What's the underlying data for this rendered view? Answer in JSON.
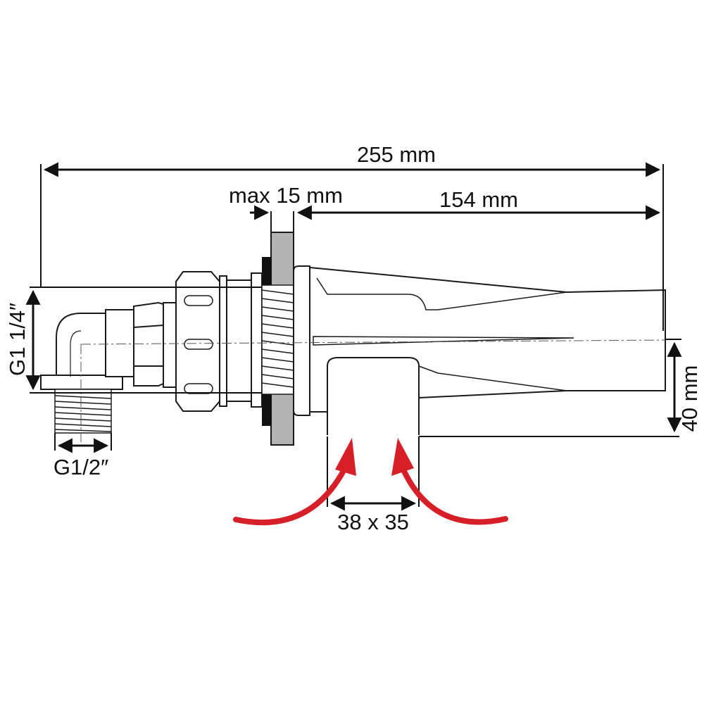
{
  "dimensions": {
    "overall_length": "255 mm",
    "wall_thickness": "max 15 mm",
    "nozzle_length": "154 mm",
    "thread_large": "G1 1/4″",
    "thread_small": "G1/2″",
    "height": "40 mm",
    "suction_opening": "38 x 35"
  },
  "colors": {
    "line": "#1a1a1a",
    "wall": "#b3b3b3",
    "gasket": "#111111",
    "arrow": "#d61f26"
  }
}
